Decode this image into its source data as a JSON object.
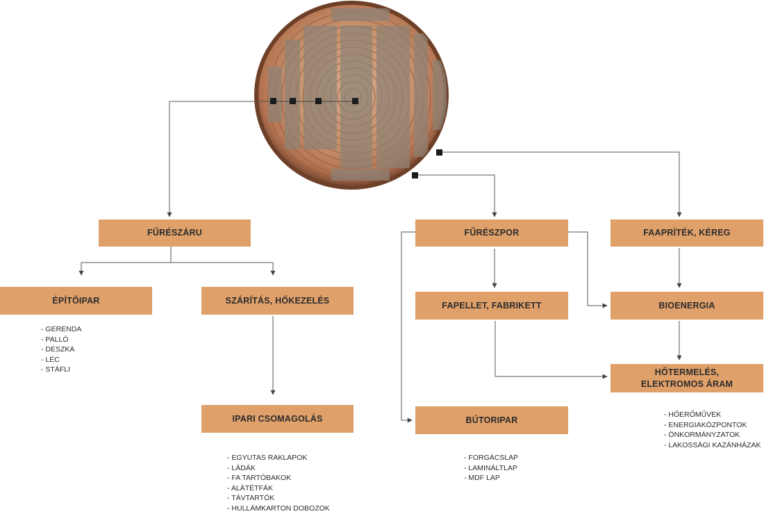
{
  "colors": {
    "box_fill": "#e0a06a",
    "connector": "#555555",
    "text": "#2b2b2b"
  },
  "icons": {
    "log": "wood-log-cross-section-icon",
    "marker": "square-marker-icon"
  },
  "boxes": {
    "fureszaru": "FŰRÉSZÁRU",
    "epitoipar": "ÉPÍTŐIPAR",
    "szaritas": "SZÁRÍTÁS, HŐKEZELÉS",
    "ipari_csomagolas": "IPARI CSOMAGOLÁS",
    "fureszpor": "FŰRÉSZPOR",
    "fapellet": "FAPELLET, FABRIKETT",
    "butoripar": "BÚTORIPAR",
    "faapritek": "FAAPRÍTÉK, KÉREG",
    "bioenergia": "BIOENERGIA",
    "hotermeles": "HŐTERMELÉS,\nELEKTROMOS ÁRAM"
  },
  "lists": {
    "epitoipar": [
      "GERENDA",
      "PALLÓ",
      "DESZKA",
      "LÉC",
      "STÁFLI"
    ],
    "ipari_csomagolas": [
      "EGYUTAS RAKLAPOK",
      "LÁDÁK",
      "FA TARTÓBAKOK",
      "ALÁTÉTFÁK",
      "TÁVTARTÓK",
      "HULLÁMKARTON DOBOZOK"
    ],
    "butoripar": [
      "FORGÁCSLAP",
      "LAMINÁLTLAP",
      "MDF LAP"
    ],
    "hotermeles": [
      "HŐERŐMŰVEK",
      "ENERGIAKÖZPONTOK",
      "ÖNKORMÁNYZATOK",
      "LAKOSSÁGI KAZÁNHÁZAK"
    ]
  }
}
